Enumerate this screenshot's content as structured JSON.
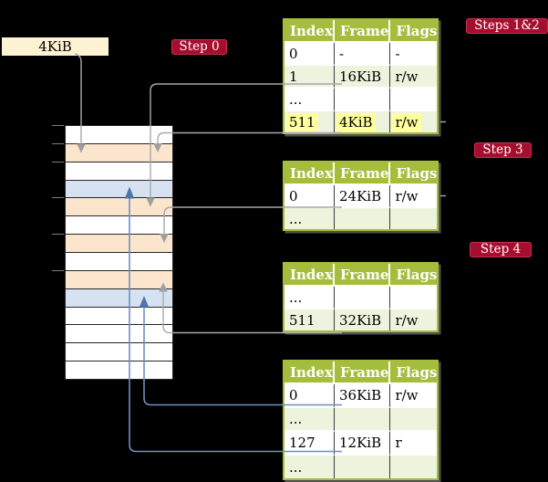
{
  "palette": {
    "table_green": "#a5bd3d",
    "table_row_light_green": "#eef3de",
    "highlight_yellow": "#ffff9e",
    "memory_frame_orange": "#fce5cd",
    "memory_frame_blue": "#d6e2f2",
    "badge_red": "#a60d2e",
    "label_cream": "#fdf3d3",
    "arrow_gray": "#a8a8a8",
    "arrow_blue": "#6d8fc0"
  },
  "frame_size_label": {
    "text": "4KiB"
  },
  "badges": {
    "step0": "Step 0",
    "steps12": "Steps 1&2",
    "step3": "Step 3",
    "step4": "Step 4"
  },
  "memory": {
    "rows": [
      "white",
      "orange",
      "white",
      "blue",
      "orange",
      "white",
      "orange",
      "white",
      "orange",
      "blue",
      "white",
      "white",
      "white",
      "white"
    ],
    "tick_row_indices": [
      0,
      1,
      2,
      4,
      6,
      8
    ]
  },
  "tables": [
    {
      "name": "page-table-steps-1-2",
      "headers": [
        "Index",
        "Frame",
        "Flags"
      ],
      "rows": [
        [
          "0",
          "-",
          "-"
        ],
        [
          "1",
          "16KiB",
          "r/w"
        ],
        [
          "...",
          "",
          ""
        ],
        [
          "511",
          "4KiB",
          "r/w"
        ]
      ],
      "highlight_rows": [
        3
      ]
    },
    {
      "name": "page-table-step-3",
      "headers": [
        "Index",
        "Frame",
        "Flags"
      ],
      "rows": [
        [
          "0",
          "24KiB",
          "r/w"
        ],
        [
          "...",
          "",
          ""
        ]
      ],
      "highlight_rows": []
    },
    {
      "name": "page-table-step-4",
      "headers": [
        "Index",
        "Frame",
        "Flags"
      ],
      "rows": [
        [
          "...",
          "",
          ""
        ],
        [
          "511",
          "32KiB",
          "r/w"
        ]
      ],
      "highlight_rows": []
    },
    {
      "name": "page-table-final",
      "headers": [
        "Index",
        "Frame",
        "Flags"
      ],
      "rows": [
        [
          "0",
          "36KiB",
          "r/w"
        ],
        [
          "...",
          "",
          ""
        ],
        [
          "127",
          "12KiB",
          "r"
        ],
        [
          "...",
          "",
          ""
        ]
      ],
      "highlight_rows": []
    }
  ]
}
